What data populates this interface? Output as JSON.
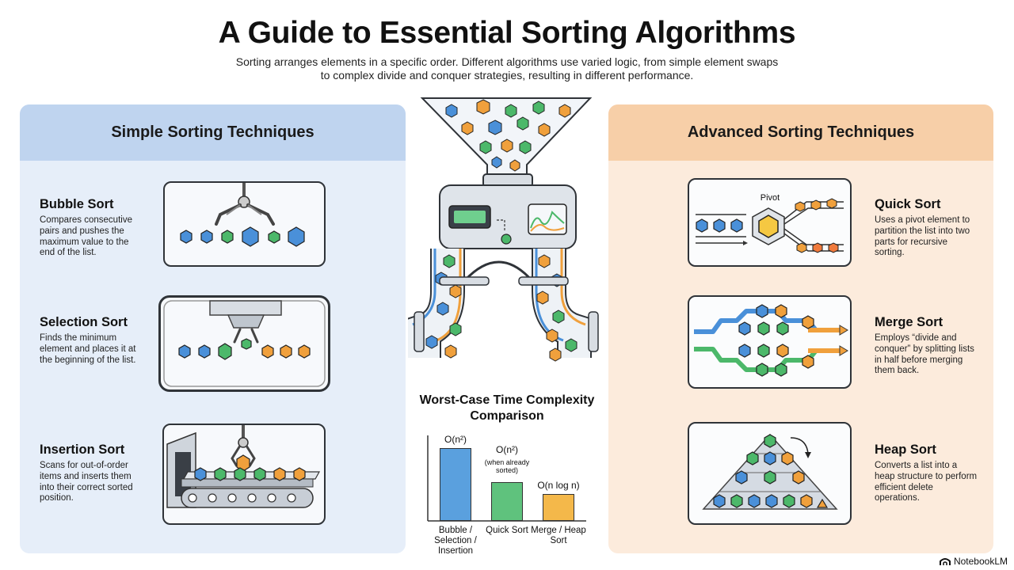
{
  "title": "A Guide to Essential Sorting Algorithms",
  "subtitle": "Sorting arranges elements in a specific order. Different algorithms use varied logic, from simple element swaps to complex divide and conquer strategies, resulting in different performance.",
  "left_panel": {
    "title": "Simple Sorting Techniques",
    "items": [
      {
        "name": "Bubble Sort",
        "description": "Compares consecutive pairs and pushes the maximum value to the end of the list."
      },
      {
        "name": "Selection Sort",
        "description": "Finds the minimum element and places it at the beginning of the list."
      },
      {
        "name": "Insertion Sort",
        "description": "Scans for out-of-order items and inserts them into their correct sorted position."
      }
    ]
  },
  "right_panel": {
    "title": "Advanced Sorting Techniques",
    "items": [
      {
        "name": "Quick Sort",
        "description": "Uses a pivot element to partition the list into two parts for recursive sorting.",
        "diagram_label": "Pivot"
      },
      {
        "name": "Merge Sort",
        "description": "Employs “divide and conquer” by splitting lists in half before merging them back."
      },
      {
        "name": "Heap Sort",
        "description": "Converts a list into a heap structure to perform efficient delete operations."
      }
    ]
  },
  "chart": {
    "title": "Worst-Case Time Complexity Comparison",
    "bars": [
      {
        "label": "O(n²)",
        "note": "",
        "category": "Bubble / Selection / Insertion",
        "relative_height": 1.0,
        "color": "#5aa0de"
      },
      {
        "label": "O(n²)",
        "note": "(when already sorted)",
        "category": "Quick Sort",
        "relative_height": 0.53,
        "color": "#5fc27d"
      },
      {
        "label": "O(n log n)",
        "note": "",
        "category": "Merge / Heap Sort",
        "relative_height": 0.37,
        "color": "#f4b84a"
      }
    ]
  },
  "colors": {
    "blue": "#4a90d9",
    "green": "#4cb86a",
    "orange": "#f0a03c",
    "yellow": "#f5c842",
    "ink": "#2f3338"
  },
  "brand": "NotebookLM"
}
